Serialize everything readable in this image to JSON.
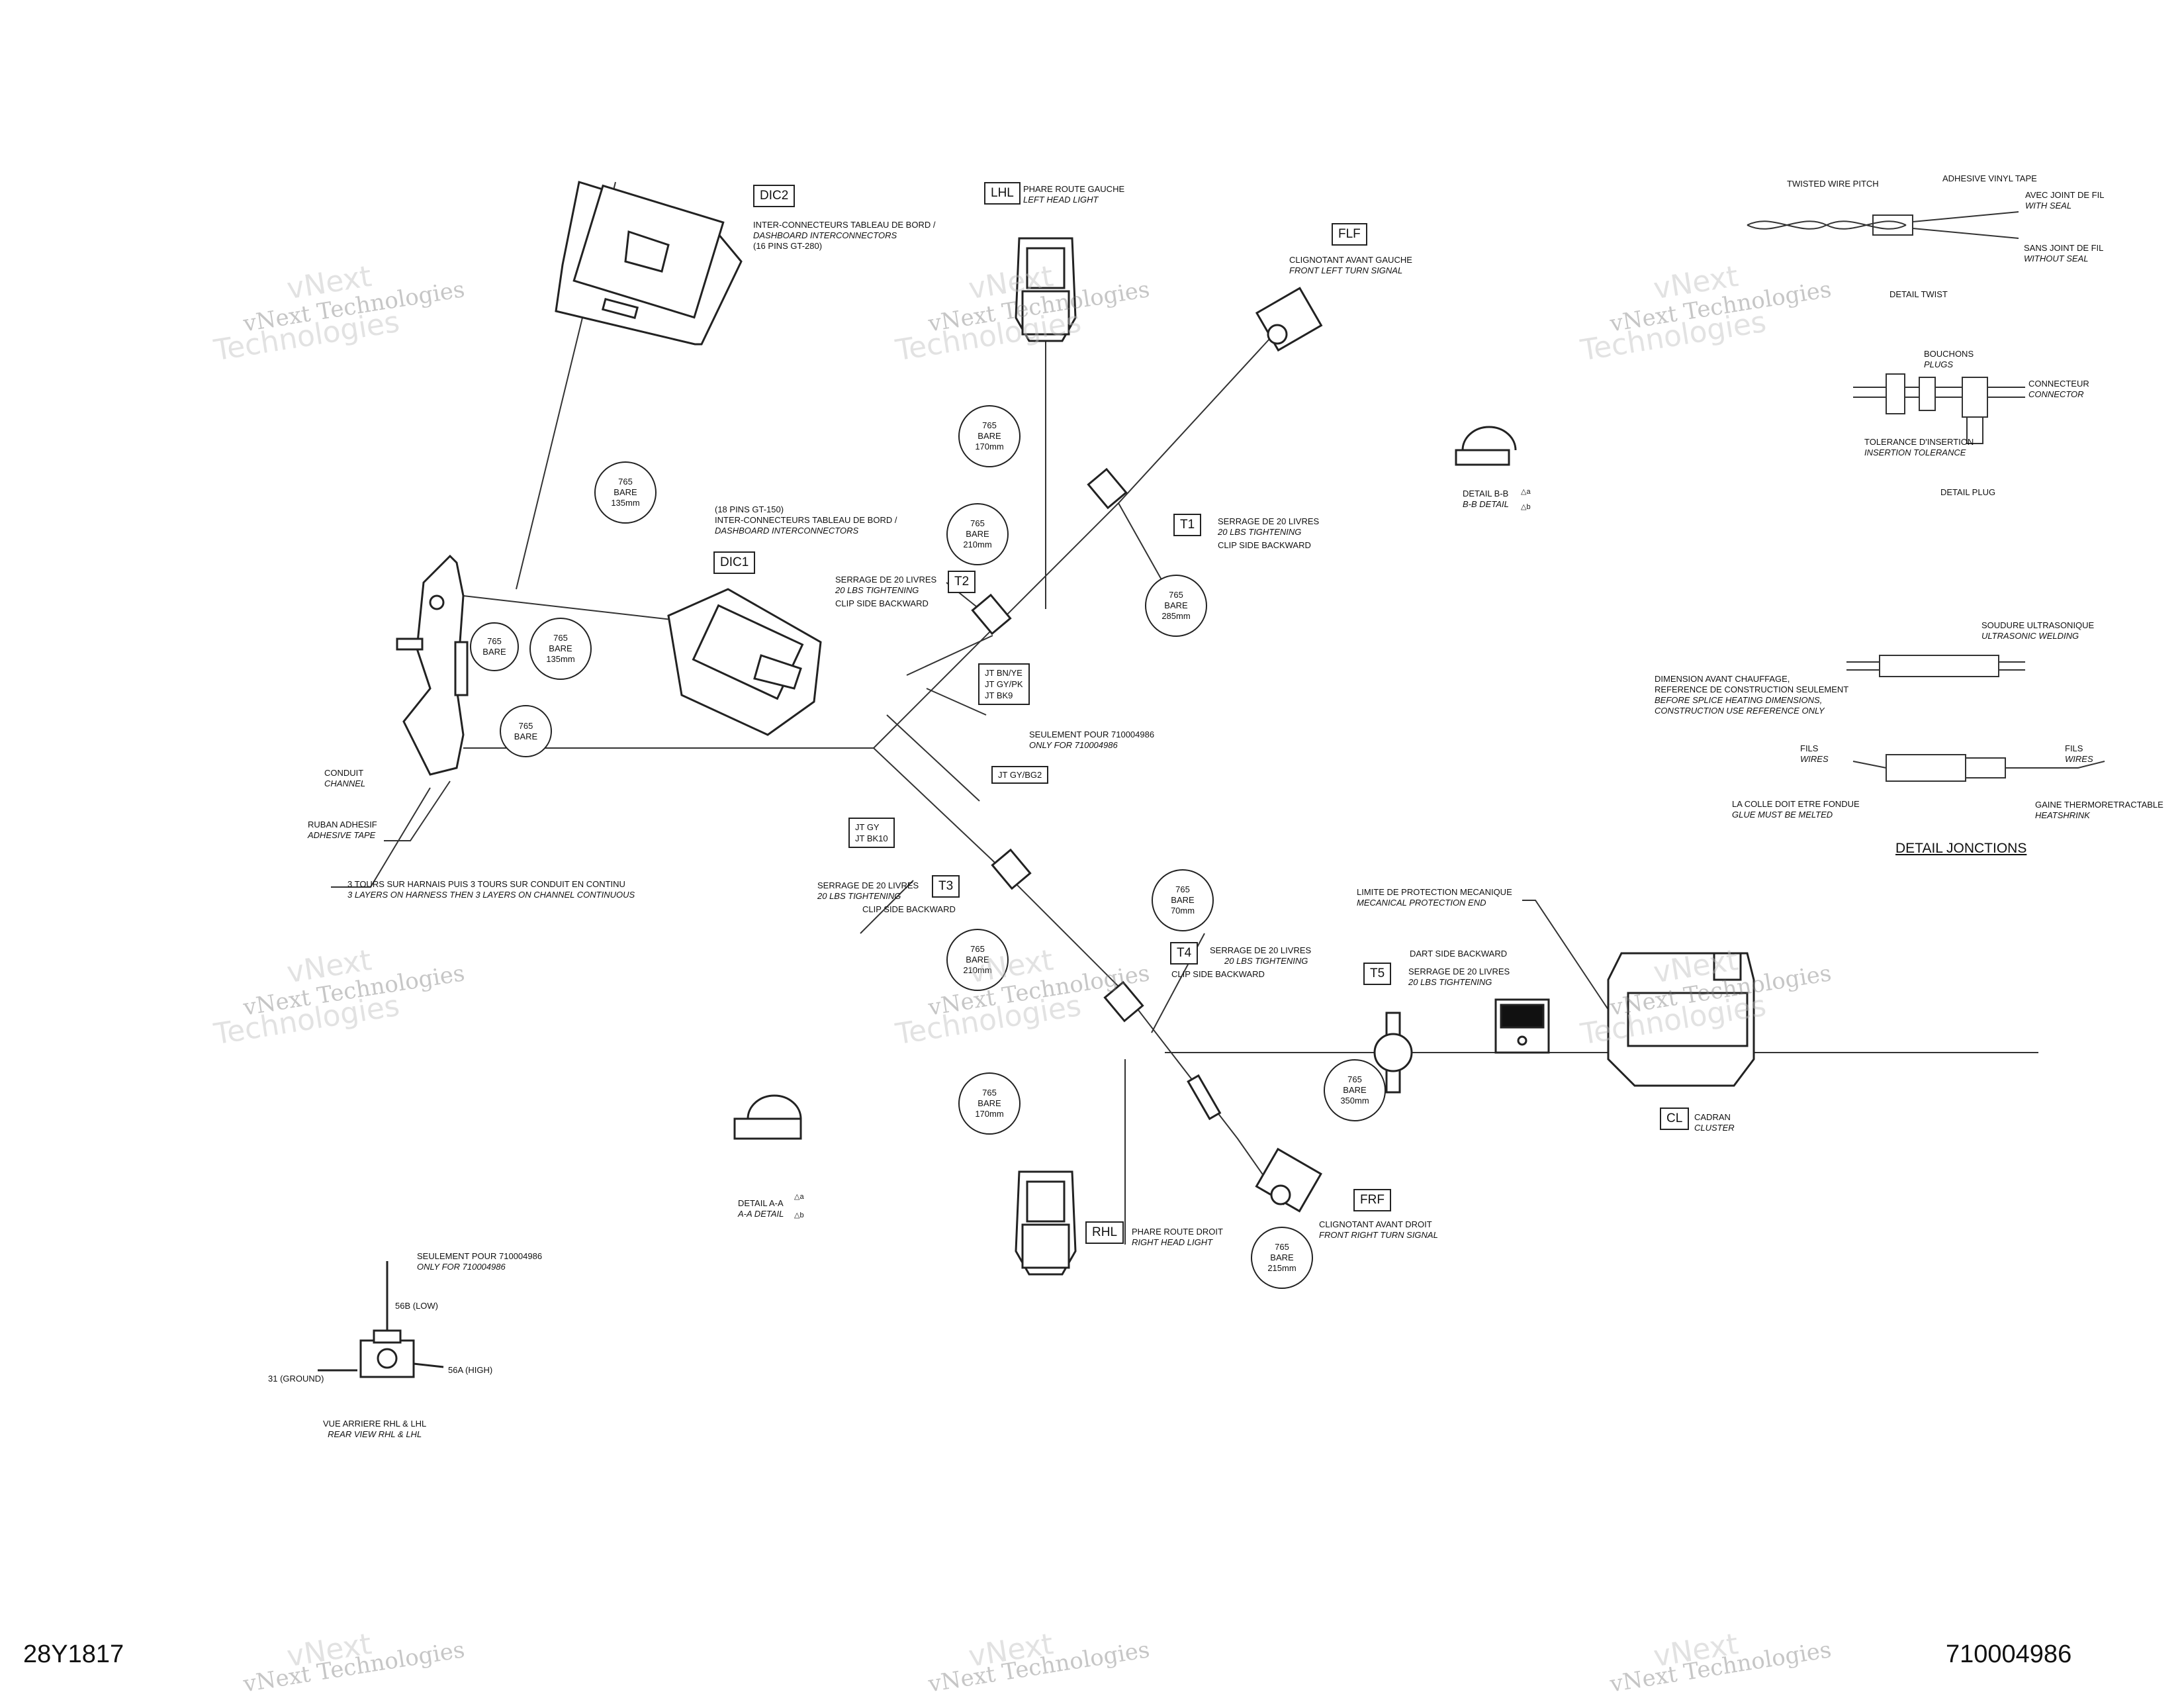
{
  "harness": {
    "dic2": {
      "code": "DIC2",
      "fr": "INTER-CONNECTEURS TABLEAU DE BORD /",
      "en": "DASHBOARD INTERCONNECTORS",
      "pins": "(16 PINS GT-280)"
    },
    "dic1": {
      "code": "DIC1",
      "pins": "(18 PINS GT-150)",
      "fr": "INTER-CONNECTEURS TABLEAU DE BORD /",
      "en": "DASHBOARD INTERCONNECTORS"
    },
    "lhl": {
      "code": "LHL",
      "fr": "PHARE ROUTE GAUCHE",
      "en": "LEFT HEAD LIGHT"
    },
    "rhl": {
      "code": "RHL",
      "fr": "PHARE ROUTE DROIT",
      "en": "RIGHT HEAD LIGHT"
    },
    "flf": {
      "code": "FLF",
      "fr": "CLIGNOTANT AVANT GAUCHE",
      "en": "FRONT LEFT TURN SIGNAL"
    },
    "frf": {
      "code": "FRF",
      "fr": "CLIGNOTANT AVANT DROIT",
      "en": "FRONT RIGHT TURN SIGNAL"
    },
    "cl": {
      "code": "CL",
      "fr": "CADRAN",
      "en": "CLUSTER"
    },
    "t1": {
      "code": "T1",
      "fr": "SERRAGE DE 20 LIVRES",
      "en": "20 LBS TIGHTENING",
      "note": "CLIP SIDE BACKWARD"
    },
    "t2": {
      "code": "T2",
      "fr": "SERRAGE DE 20 LIVRES",
      "en": "20 LBS TIGHTENING",
      "note": "CLIP SIDE BACKWARD"
    },
    "t3": {
      "code": "T3",
      "fr": "SERRAGE DE 20 LIVRES",
      "en": "20 LBS TIGHTENING",
      "note": "CLIP SIDE BACKWARD"
    },
    "t4": {
      "code": "T4",
      "fr": "SERRAGE DE 20 LIVRES",
      "en": "20 LBS TIGHTENING",
      "note": "CLIP SIDE BACKWARD"
    },
    "t5": {
      "code": "T5",
      "note": "DART SIDE BACKWARD",
      "fr": "SERRAGE DE 20 LIVRES",
      "en": "20 LBS TIGHTENING"
    },
    "junction1": [
      "JT BN/YE",
      "JT GY/PK",
      "JT BK9"
    ],
    "junction2": "JT GY/BG2",
    "junction3": [
      "JT GY",
      "JT BK10"
    ],
    "only_for": {
      "fr": "SEULEMENT POUR 710004986",
      "en": "ONLY FOR 710004986"
    },
    "conduit": {
      "fr": "CONDUIT",
      "en": "CHANNEL"
    },
    "tape": {
      "fr": "RUBAN ADHESIF",
      "en": "ADHESIVE TAPE"
    },
    "layers": {
      "fr": "3 TOURS SUR HARNAIS PUIS 3 TOURS SUR CONDUIT EN CONTINU",
      "en": "3 LAYERS ON HARNESS THEN 3 LAYERS ON CHANNEL CONTINUOUS"
    },
    "mech_limit": {
      "fr": "LIMITE DE PROTECTION MECANIQUE",
      "en": "MECANICAL PROTECTION END"
    }
  },
  "segments": [
    {
      "id": "s1",
      "l1": "765",
      "l2": "BARE",
      "l3": "135mm"
    },
    {
      "id": "s2",
      "l1": "765",
      "l2": "BARE",
      "l3": ""
    },
    {
      "id": "s3",
      "l1": "765",
      "l2": "BARE",
      "l3": "135mm"
    },
    {
      "id": "s4",
      "l1": "765",
      "l2": "BARE",
      "l3": ""
    },
    {
      "id": "s5",
      "l1": "765",
      "l2": "BARE",
      "l3": "170mm"
    },
    {
      "id": "s6",
      "l1": "765",
      "l2": "BARE",
      "l3": "210mm"
    },
    {
      "id": "s7",
      "l1": "765",
      "l2": "BARE",
      "l3": "285mm"
    },
    {
      "id": "s8",
      "l1": "765",
      "l2": "BARE",
      "l3": "70mm"
    },
    {
      "id": "s9",
      "l1": "765",
      "l2": "BARE",
      "l3": "210mm"
    },
    {
      "id": "s10",
      "l1": "765",
      "l2": "BARE",
      "l3": "170mm"
    },
    {
      "id": "s11",
      "l1": "765",
      "l2": "BARE",
      "l3": "350mm"
    },
    {
      "id": "s12",
      "l1": "765",
      "l2": "BARE",
      "l3": "215mm"
    }
  ],
  "details": {
    "detail_bb": {
      "fr": "DETAIL B-B",
      "en": "B-B DETAIL",
      "ta": "a",
      "tb": "b"
    },
    "detail_aa": {
      "fr": "DETAIL A-A",
      "en": "A-A DETAIL",
      "ta": "a",
      "tb": "b"
    },
    "twist": {
      "pitch": "TWISTED WIRE PITCH",
      "vinyl": "ADHESIVE VINYL TAPE",
      "seal_fr": "AVEC JOINT DE FIL",
      "seal_en": "WITH SEAL",
      "noseal_fr": "SANS JOINT DE FIL",
      "noseal_en": "WITHOUT SEAL",
      "title": "DETAIL TWIST"
    },
    "plug": {
      "plugs_fr": "BOUCHONS",
      "plugs_en": "PLUGS",
      "conn_fr": "CONNECTEUR",
      "conn_en": "CONNECTOR",
      "tol_fr": "TOLERANCE D'INSERTION",
      "tol_en": "INSERTION TOLERANCE",
      "title": "DETAIL PLUG"
    },
    "junction": {
      "weld_fr": "SOUDURE ULTRASONIQUE",
      "weld_en": "ULTRASONIC WELDING",
      "dim1": "DIMENSION AVANT CHAUFFAGE,",
      "dim2": "REFERENCE DE CONSTRUCTION SEULEMENT",
      "dim3": "BEFORE SPLICE HEATING DIMENSIONS,",
      "dim4": "CONSTRUCTION USE REFERENCE ONLY",
      "fils_fr": "FILS",
      "fils_en": "WIRES",
      "glue_fr": "LA COLLE DOIT ETRE FONDUE",
      "glue_en": "GLUE MUST BE MELTED",
      "heat_fr": "GAINE THERMORETRACTABLE",
      "heat_en": "HEATSHRINK",
      "title": "DETAIL JONCTIONS"
    },
    "rear": {
      "only_fr": "SEULEMENT POUR 710004986",
      "only_en": "ONLY FOR 710004986",
      "low": "56B (LOW)",
      "ground": "31 (GROUND)",
      "high": "56A (HIGH)",
      "fr": "VUE ARRIERE RHL & LHL",
      "en": "REAR VIEW RHL & LHL"
    }
  },
  "footer": {
    "left": "28Y1817",
    "right": "710004986"
  },
  "watermark": {
    "line1": "vNext",
    "line2": "vNext Technologies",
    "line3": "Technologies"
  }
}
